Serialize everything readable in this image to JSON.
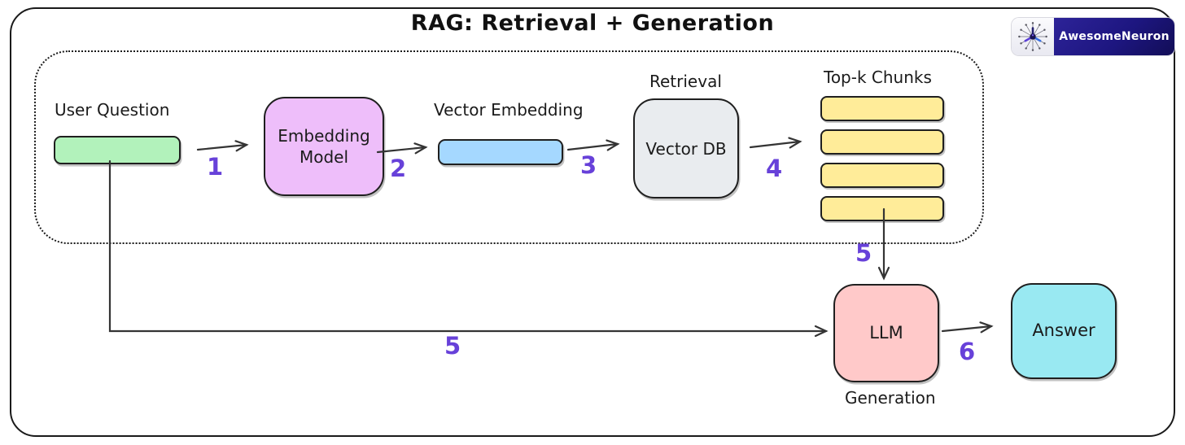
{
  "title": "RAG: Retrieval + Generation",
  "brand": {
    "name": "AwesomeNeuron",
    "icon": "neuron-icon",
    "navy": "#1d1680"
  },
  "labels": {
    "user_question": "User Question",
    "embedding_model": "Embedding Model",
    "vector_embedding": "Vector Embedding",
    "retrieval": "Retrieval",
    "vector_db": "Vector DB",
    "top_k_chunks": "Top-k Chunks",
    "llm": "LLM",
    "generation": "Generation",
    "answer": "Answer"
  },
  "steps": {
    "s1": "1",
    "s2": "2",
    "s3": "3",
    "s4": "4",
    "s5_down": "5",
    "s5_long": "5",
    "s6": "6"
  },
  "top_k": {
    "chunk_count": 4
  },
  "colors": {
    "user_question_green": "#b2f2bb",
    "embedding_purple": "#eebefa",
    "vector_embedding_blue": "#a5d8ff",
    "vector_db_gray": "#e9ecef",
    "chunk_yellow": "#ffec99",
    "llm_pink": "#ffc9c9",
    "answer_cyan": "#99e9f2",
    "step_violet": "#6741d9",
    "stroke_dark": "#1f1f1f",
    "brand_navy": "#1d1680"
  }
}
